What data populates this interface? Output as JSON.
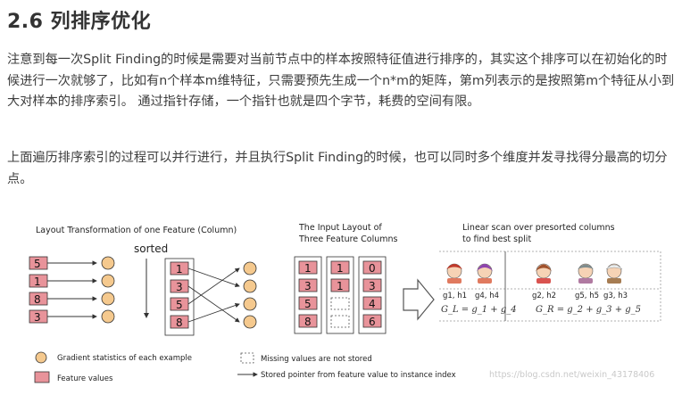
{
  "article": {
    "title": "2.6 列排序优化",
    "paragraph1": "注意到每一次Split Finding的时候是需要对当前节点中的样本按照特征值进行排序的，其实这个排序可以在初始化的时候进行一次就够了，比如有n个样本m维特征，只需要预先生成一个n*m的矩阵，第m列表示的是按照第m个特征从小到大对样本的排序索引。 通过指针存储，一个指针也就是四个字节，耗费的空间有限。",
    "paragraph2": "上面遍历排序索引的过程可以并行进行，并且执行Split Finding的时候，也可以同时多个维度并发寻找得分最高的切分点。"
  },
  "figure": {
    "panel1_title": "Layout Transformation of one Feature (Column)",
    "sorted_label": "sorted",
    "unsorted_values": [
      "5",
      "1",
      "8",
      "3"
    ],
    "sorted_values": [
      "1",
      "3",
      "5",
      "8"
    ],
    "panel2_title_line1": "The Input Layout of",
    "panel2_title_line2": "Three Feature Columns",
    "column1": [
      "1",
      "3",
      "5",
      "8"
    ],
    "column2": [
      "1",
      "1"
    ],
    "column3": [
      "0",
      "3",
      "4",
      "6"
    ],
    "panel3_title_line1": "Linear scan over presorted columns",
    "panel3_title_line2": "to find best split",
    "group_labels": [
      "g1, h1",
      "g4, h4",
      "g2, h2",
      "g5, h5",
      "g3, h3"
    ],
    "formula_left": "G_L = g_1 + g_4",
    "formula_right": "G_R = g_2 + g_3 + g_5",
    "legend_gradient": "Gradient statistics of each example",
    "legend_feature": "Feature values",
    "legend_missing": "Missing values are not stored",
    "legend_pointer": "Stored pointer from feature value to instance index",
    "watermark": "https://blog.csdn.net/weixin_43178406",
    "colors": {
      "feature_fill": "#e8939a",
      "gradient_fill": "#f5c98e",
      "stroke": "#333333"
    }
  }
}
